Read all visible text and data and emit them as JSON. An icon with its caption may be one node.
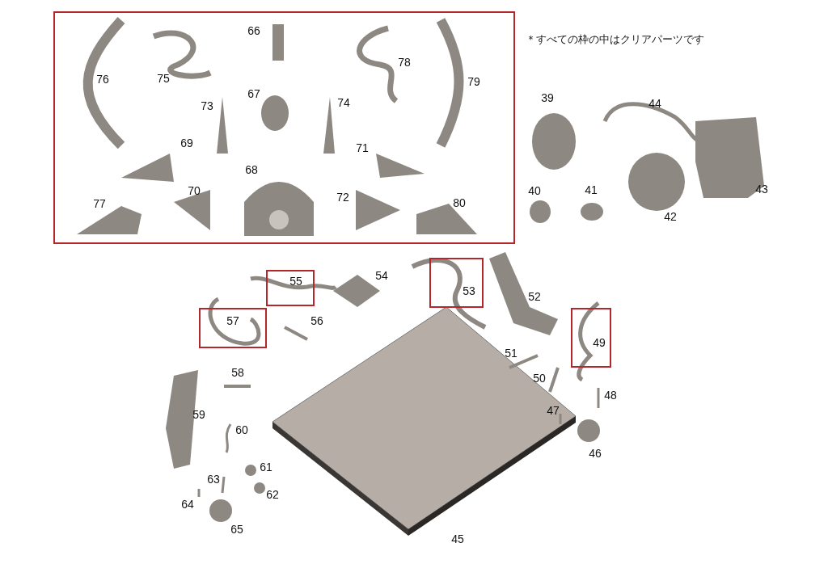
{
  "diagram": {
    "nodes": [
      {
        "text": [
          "66",
          "78",
          "76",
          "75",
          "79",
          "67",
          "73",
          "74",
          "69",
          "71",
          "68",
          "77",
          "70",
          "72",
          "80"
        ]
      },
      {
        "text": [
          "55"
        ]
      },
      {
        "text": [
          "53"
        ]
      },
      {
        "text": [
          "57"
        ]
      },
      {
        "text": [
          "49"
        ]
      }
    ],
    "labels": [
      "＊すべての枠の中はクリアパーツです",
      "39",
      "44",
      "40",
      "41",
      "43",
      "42",
      "54",
      "52",
      "56",
      "51",
      "58",
      "50",
      "48",
      "47",
      "59",
      "60",
      "46",
      "61",
      "63",
      "62",
      "64",
      "65",
      "45"
    ]
  }
}
